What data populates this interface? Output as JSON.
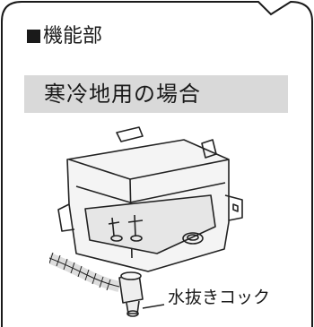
{
  "section_title": "機能部",
  "case_label": "寒冷地用の場合",
  "callout": {
    "text": "水抜きコック"
  }
}
